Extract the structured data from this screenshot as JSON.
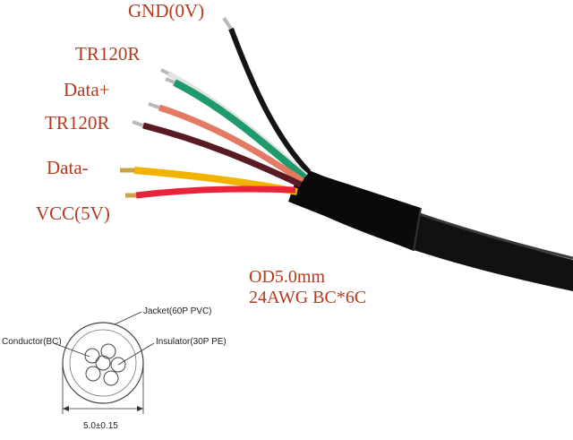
{
  "wires": [
    {
      "id": "gnd",
      "label": "GND(0V)",
      "color": "#141414"
    },
    {
      "id": "tr1",
      "label": "TR120R",
      "color": "#e2e2e2"
    },
    {
      "id": "datap",
      "label": "Data+",
      "color": "#1f9a6c"
    },
    {
      "id": "tr2",
      "label": "TR120R",
      "color": "#e47a63"
    },
    {
      "id": "datam",
      "label": "Data-",
      "color": "#5a1a24"
    },
    {
      "id": "vcc",
      "label": "VCC(5V)",
      "color": "#f0b400"
    }
  ],
  "red_wire_color": "#e8233a",
  "cable_color": "#111111",
  "label_color": "#b33a1e",
  "spec": {
    "line1": "OD5.0mm",
    "line2": "24AWG BC*6C"
  },
  "section": {
    "jacket_label": "Jacket(60P PVC)",
    "conductor_label": "Conductor(BC)",
    "insulator_label": "Insulator(30P PE)",
    "dimension_label": "5.0±0.15"
  }
}
